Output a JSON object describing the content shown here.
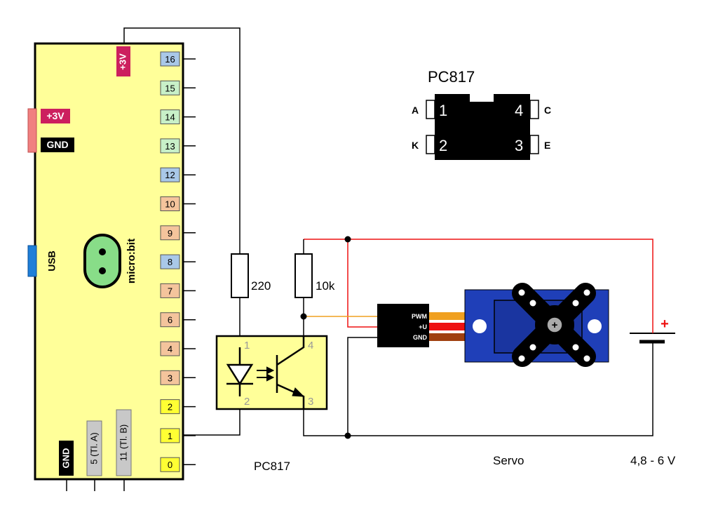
{
  "board": {
    "name": "micro:bit",
    "usb_label": "USB",
    "power_badge": "+3V",
    "edge_power": "+3V",
    "edge_gnd": "GND",
    "bottom_pins": [
      "GND",
      "5 (Tl. A)",
      "11 (Tl. B)"
    ],
    "pins": [
      "16",
      "15",
      "14",
      "13",
      "12",
      "10",
      "9",
      "8",
      "7",
      "6",
      "4",
      "3",
      "2",
      "1",
      "0"
    ],
    "pin_colors": {
      "blue": "#a9c8e8",
      "green": "#c8f0c8",
      "salmon": "#f4c49c",
      "yellow": "#ffff33",
      "board": "#ffff99",
      "magenta": "#cc1f5e",
      "led_green": "#88dd88"
    }
  },
  "resistors": {
    "r1": "220",
    "r2": "10k"
  },
  "optocoupler": {
    "label": "PC817",
    "pin1": "1",
    "pin2": "2",
    "pin3": "3",
    "pin4": "4"
  },
  "pinout": {
    "title": "PC817",
    "left_top_letter": "A",
    "left_bottom_letter": "K",
    "right_top_letter": "C",
    "right_bottom_letter": "E",
    "n1": "1",
    "n2": "2",
    "n3": "3",
    "n4": "4"
  },
  "servo": {
    "label": "Servo",
    "connector_pins": [
      "PWM",
      "+U",
      "GND"
    ],
    "horn_symbol": "+",
    "body_color": "#1f3fb8",
    "wire_colors": [
      "#f0a020",
      "#ee1111",
      "#a04010"
    ]
  },
  "battery": {
    "plus": "+",
    "voltage": "4,8 - 6 V"
  },
  "wire_colors": {
    "red": "#ee1111",
    "orange": "#f0a020",
    "black": "#000000"
  }
}
